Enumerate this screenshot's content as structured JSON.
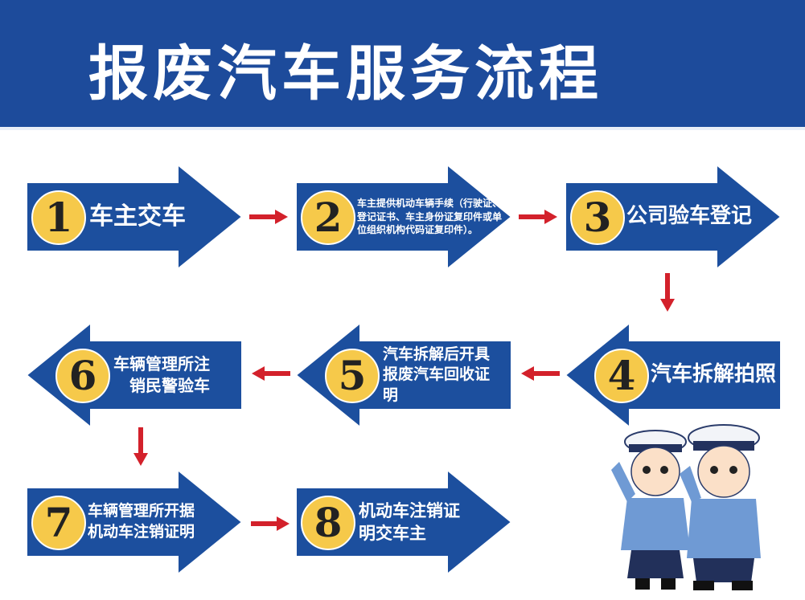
{
  "title": "报废汽车服务流程",
  "colors": {
    "banner": "#1d4b9b",
    "arrow": "#1c4f9e",
    "circle": "#f6c94a",
    "connector": "#d3212b"
  },
  "steps": [
    {
      "num": "1",
      "text": "车主交车"
    },
    {
      "num": "2",
      "text": "车主提供机动车辆手续（行驶证、登记证书、车主身份证复印件或单位组织机构代码证复印件）。"
    },
    {
      "num": "3",
      "text": "公司验车登记"
    },
    {
      "num": "4",
      "text": "汽车拆解拍照"
    },
    {
      "num": "5",
      "text": "汽车拆解后开具报废汽车回收证明"
    },
    {
      "num": "6",
      "text": "车辆管理所注销民警验车"
    },
    {
      "num": "7",
      "text": "车辆管理所开据机动车注销证明"
    },
    {
      "num": "8",
      "text": "机动车注销证明交车主"
    }
  ]
}
